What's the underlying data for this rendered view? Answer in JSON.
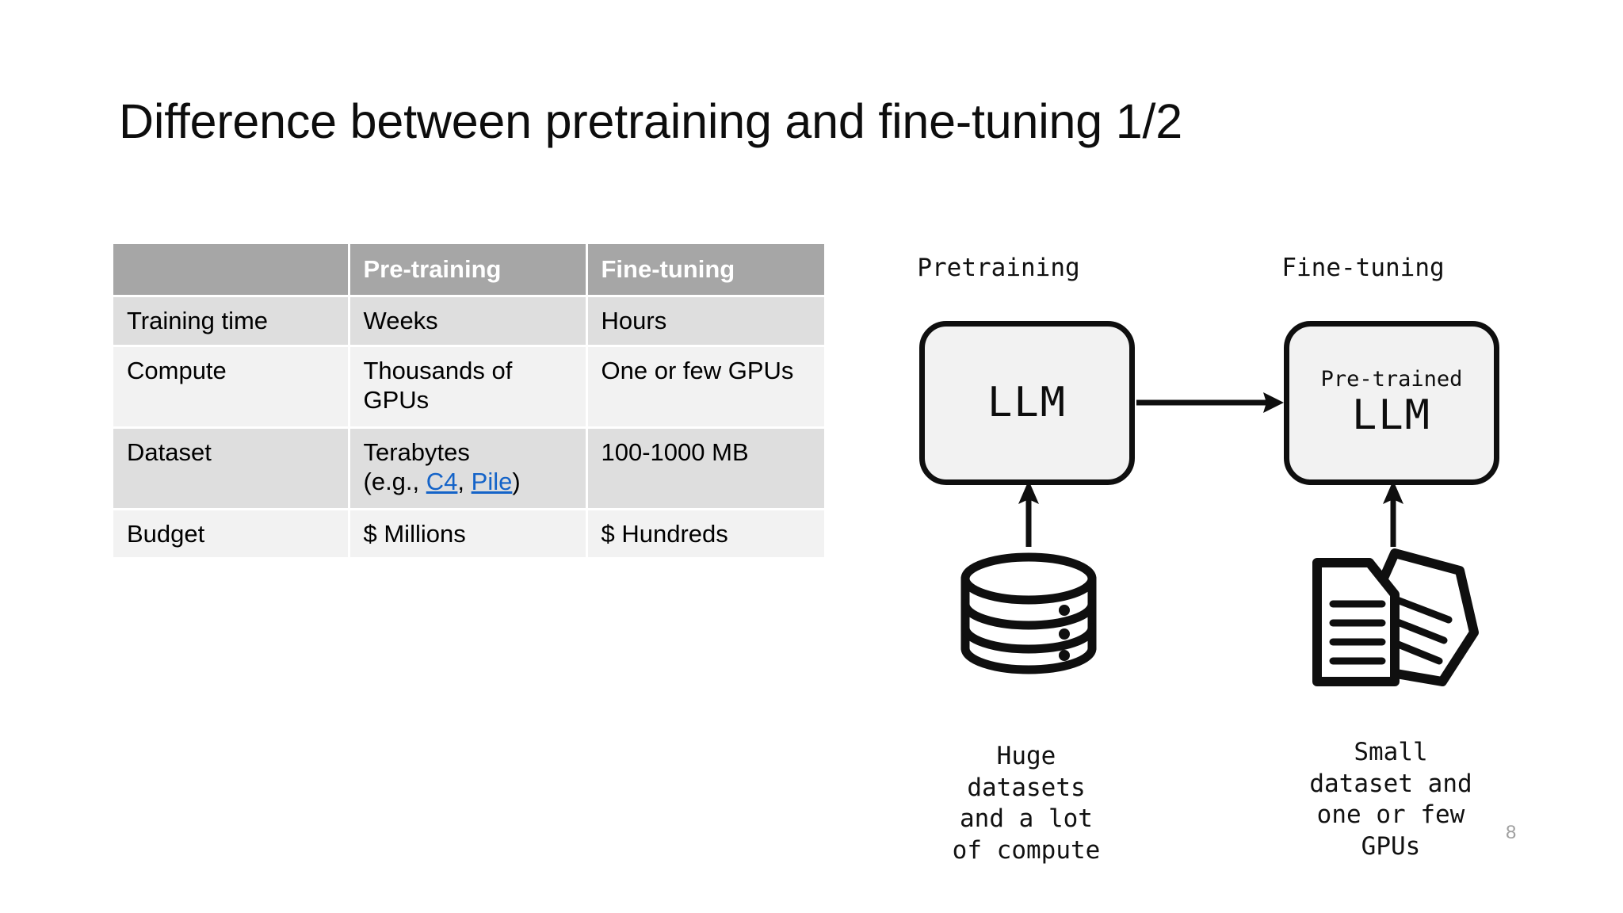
{
  "slide": {
    "title": "Difference between pretraining and fine-tuning 1/2",
    "number": "8"
  },
  "table": {
    "headers": [
      "",
      "Pre-training",
      "Fine-tuning"
    ],
    "rows": [
      {
        "label": "Training time",
        "pretraining": "Weeks",
        "finetuning": "Hours"
      },
      {
        "label": "Compute",
        "pretraining": "Thousands of GPUs",
        "finetuning": "One or few GPUs"
      },
      {
        "label": "Dataset",
        "pretraining_prefix": "Terabytes",
        "pretraining_line2_open": "(e.g., ",
        "pretraining_link1": "C4",
        "pretraining_sep": ", ",
        "pretraining_link2": "Pile",
        "pretraining_line2_close": ")",
        "finetuning": "100-1000 MB"
      },
      {
        "label": "Budget",
        "pretraining": "$ Millions",
        "finetuning": "$ Hundreds"
      }
    ]
  },
  "diagram": {
    "left": {
      "heading": "Pretraining",
      "box_main": "LLM",
      "icon": "database-icon",
      "caption": "Huge\ndatasets\nand a lot\nof compute"
    },
    "right": {
      "heading": "Fine-tuning",
      "box_sub": "Pre-trained",
      "box_main": "LLM",
      "icon": "documents-icon",
      "caption": "Small\ndataset and\none or few\nGPUs"
    },
    "arrows": {
      "horizontal": "arrow-right-icon",
      "left_vertical": "arrow-up-icon",
      "right_vertical": "arrow-up-icon"
    }
  },
  "colors": {
    "header_fill": "#a6a6a6",
    "row_dark": "#dedede",
    "row_light": "#f2f2f2",
    "link": "#1463c8",
    "box_fill": "#f2f2f2",
    "stroke": "#0f0f0f",
    "slide_number": "#a0a0a0"
  }
}
